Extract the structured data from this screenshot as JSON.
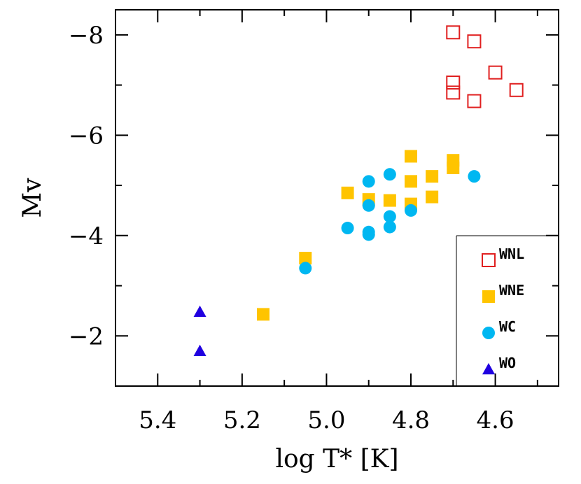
{
  "chart_data": {
    "type": "scatter",
    "title": "",
    "xlabel": "log T* [K]",
    "ylabel": "Mv",
    "xlim": [
      5.5,
      4.45
    ],
    "ylim": [
      -1,
      -8.5
    ],
    "x_reversed": true,
    "y_reversed": true,
    "grid": false,
    "legend_position": "bottom-right",
    "x_ticks": [
      5.4,
      5.2,
      5.0,
      4.8,
      4.6
    ],
    "x_tick_labels": [
      "5.4",
      "5.2",
      "5.0",
      "4.8",
      "4.6"
    ],
    "y_ticks": [
      -8,
      -6,
      -4,
      -2
    ],
    "y_tick_labels": [
      "−8",
      "−6",
      "−4",
      "−2"
    ],
    "series": [
      {
        "name": "WNL",
        "marker": "square-open",
        "color": "#e02020",
        "points": [
          [
            4.7,
            -8.05
          ],
          [
            4.65,
            -7.87
          ],
          [
            4.6,
            -7.25
          ],
          [
            4.7,
            -7.05
          ],
          [
            4.7,
            -6.85
          ],
          [
            4.55,
            -6.9
          ],
          [
            4.65,
            -6.68
          ]
        ]
      },
      {
        "name": "WNE",
        "marker": "square-filled",
        "color": "#ffc400",
        "points": [
          [
            4.8,
            -5.58
          ],
          [
            4.7,
            -5.5
          ],
          [
            4.7,
            -5.35
          ],
          [
            4.75,
            -5.18
          ],
          [
            4.8,
            -5.08
          ],
          [
            4.95,
            -4.85
          ],
          [
            4.9,
            -4.72
          ],
          [
            4.85,
            -4.7
          ],
          [
            4.8,
            -4.63
          ],
          [
            4.75,
            -4.77
          ],
          [
            5.05,
            -3.55
          ],
          [
            5.15,
            -2.43
          ]
        ]
      },
      {
        "name": "WC",
        "marker": "circle-filled",
        "color": "#00b7f1",
        "points": [
          [
            4.85,
            -5.22
          ],
          [
            4.65,
            -5.18
          ],
          [
            4.9,
            -5.08
          ],
          [
            4.9,
            -4.6
          ],
          [
            4.8,
            -4.5
          ],
          [
            4.85,
            -4.38
          ],
          [
            4.95,
            -4.15
          ],
          [
            4.85,
            -4.17
          ],
          [
            4.9,
            -4.07
          ],
          [
            4.9,
            -4.02
          ],
          [
            5.05,
            -3.35
          ]
        ]
      },
      {
        "name": "WO",
        "marker": "triangle-filled",
        "color": "#2000e0",
        "points": [
          [
            5.3,
            -2.48
          ],
          [
            5.3,
            -1.7
          ]
        ]
      }
    ]
  }
}
